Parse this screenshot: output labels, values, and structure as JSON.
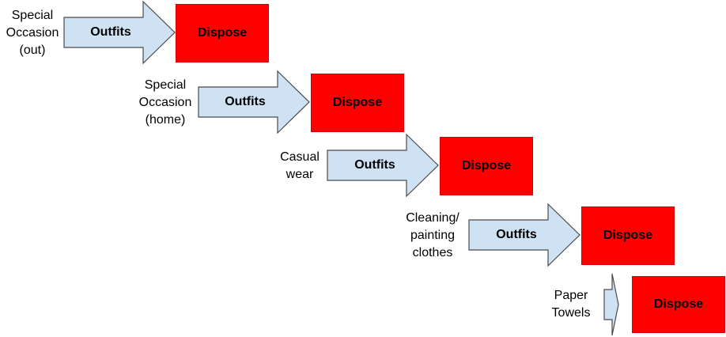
{
  "rows": [
    {
      "label": "Special\nOccasion\n(out)",
      "arrow": "Outfits",
      "box": "Dispose"
    },
    {
      "label": "Special\nOccasion\n(home)",
      "arrow": "Outfits",
      "box": "Dispose"
    },
    {
      "label": "Casual\nwear",
      "arrow": "Outfits",
      "box": "Dispose"
    },
    {
      "label": "Cleaning/\npainting\nclothes",
      "arrow": "Outfits",
      "box": "Dispose"
    },
    {
      "label": "Paper\nTowels",
      "arrow": "",
      "box": "Dispose"
    }
  ],
  "colors": {
    "arrow_fill": "#cfe2f3",
    "arrow_stroke": "#4a4a4a",
    "box_fill": "#ff0000"
  }
}
